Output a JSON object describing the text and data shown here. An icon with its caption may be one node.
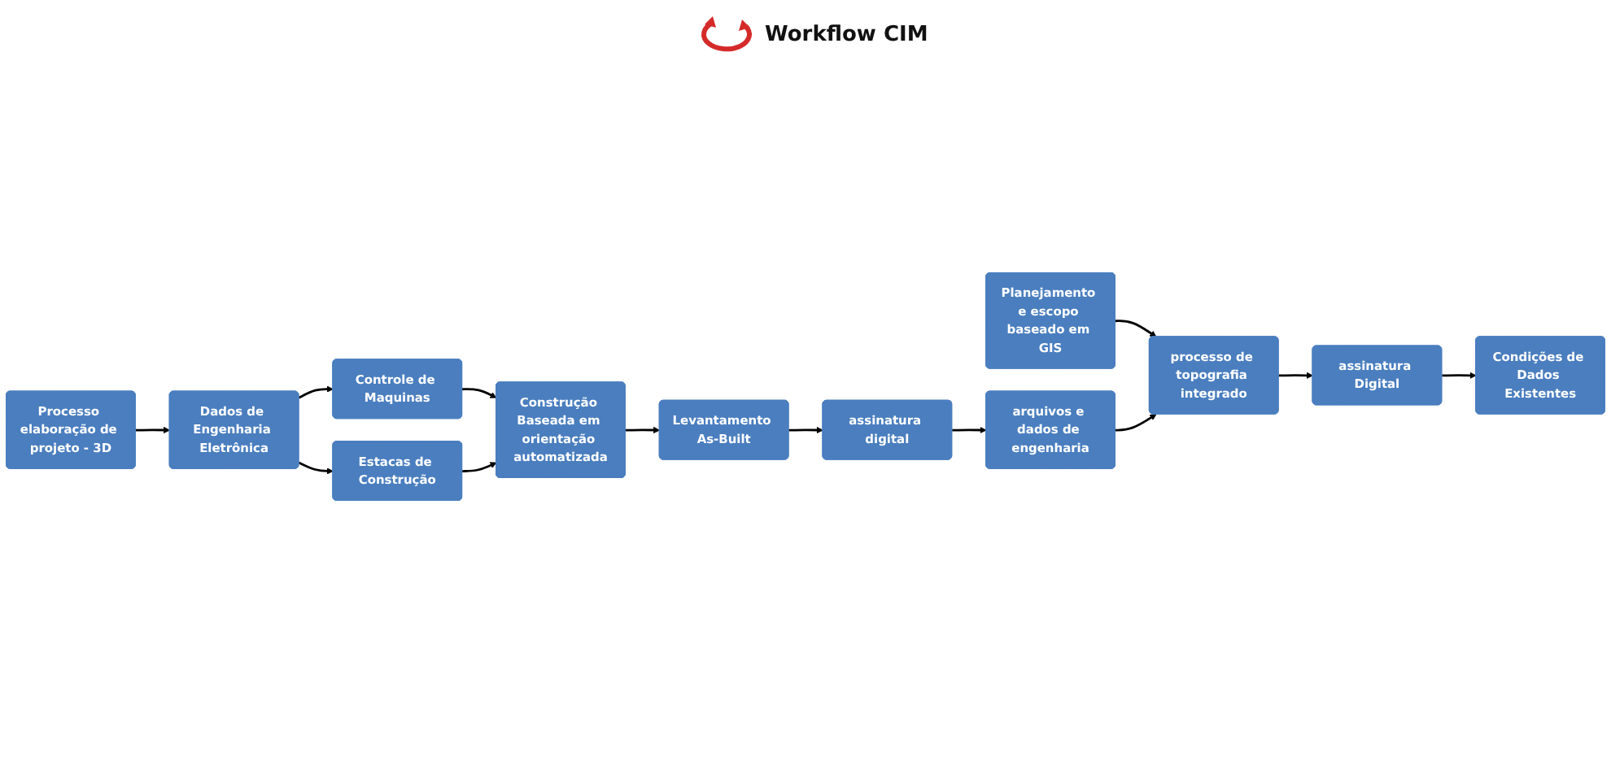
{
  "diagram": {
    "nodes": [
      {
        "text": [
          "Dados de Engenharia Eletrônica"
        ]
      },
      {
        "text": [
          "Processo elaboração de projeto - 3D"
        ]
      },
      {
        "text": [
          "Condições de Dados Existentes"
        ]
      },
      {
        "text": [
          "assinatura Digital"
        ]
      },
      {
        "text": [
          "processo de topografia integrado"
        ]
      },
      {
        "text": [
          "Controle de Maquinas"
        ]
      },
      {
        "text": [
          "Estacas de Construção"
        ]
      },
      {
        "text": [
          "Planejamento e escopo baseado em GIS"
        ]
      },
      {
        "text": [
          "Construção Baseada em orientação automatizada"
        ]
      },
      {
        "text": [
          "Levantamento As-Built"
        ]
      },
      {
        "text": [
          "assinatura digital"
        ]
      },
      {
        "text": [
          "arquivos e dados de engenharia"
        ]
      }
    ],
    "edges": [
      {
        "from": 1,
        "to": 0,
        "arrow": "to"
      },
      {
        "from": 0,
        "to": 5,
        "arrow": "to"
      },
      {
        "from": 0,
        "to": 6,
        "arrow": "to"
      },
      {
        "from": 4,
        "to": 3,
        "arrow": "to"
      },
      {
        "from": 3,
        "to": 2,
        "arrow": "to"
      },
      {
        "from": 5,
        "to": 8,
        "arrow": "to"
      },
      {
        "from": 6,
        "to": 8,
        "arrow": "to"
      },
      {
        "from": 8,
        "to": 9,
        "arrow": "to"
      },
      {
        "from": 9,
        "to": 10,
        "arrow": "to"
      },
      {
        "from": 10,
        "to": 11,
        "arrow": "to"
      },
      {
        "from": 7,
        "to": 4,
        "arrow": "to"
      },
      {
        "from": 11,
        "to": 4,
        "arrow": "to"
      }
    ],
    "labels": [
      "Workflow CIM"
    ]
  }
}
